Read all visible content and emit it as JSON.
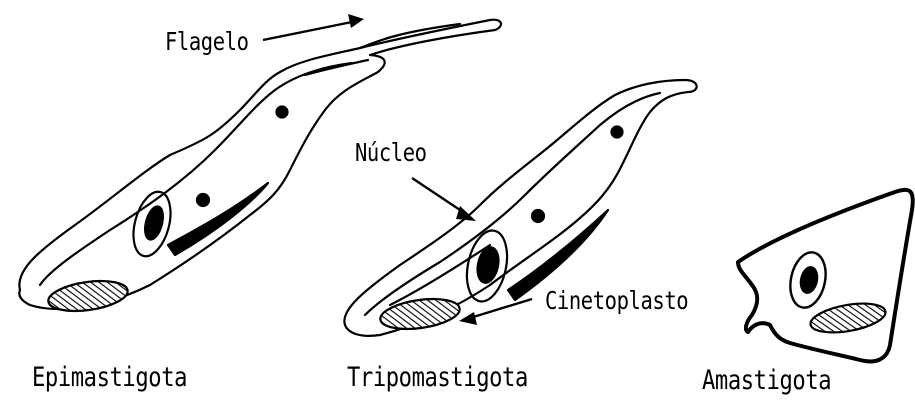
{
  "labels": {
    "flagelo": "Flagelo",
    "nucleo": "Núcleo",
    "cinetoplasto": "Cinetoplasto"
  },
  "stages": [
    {
      "name": "Epimastigota",
      "icon": "epimastigote-cell"
    },
    {
      "name": "Tripomastigota",
      "icon": "trypomastigote-cell"
    },
    {
      "name": "Amastigota",
      "icon": "amastigote-cell"
    }
  ],
  "colors": {
    "ink": "#000000",
    "background": "#ffffff"
  }
}
